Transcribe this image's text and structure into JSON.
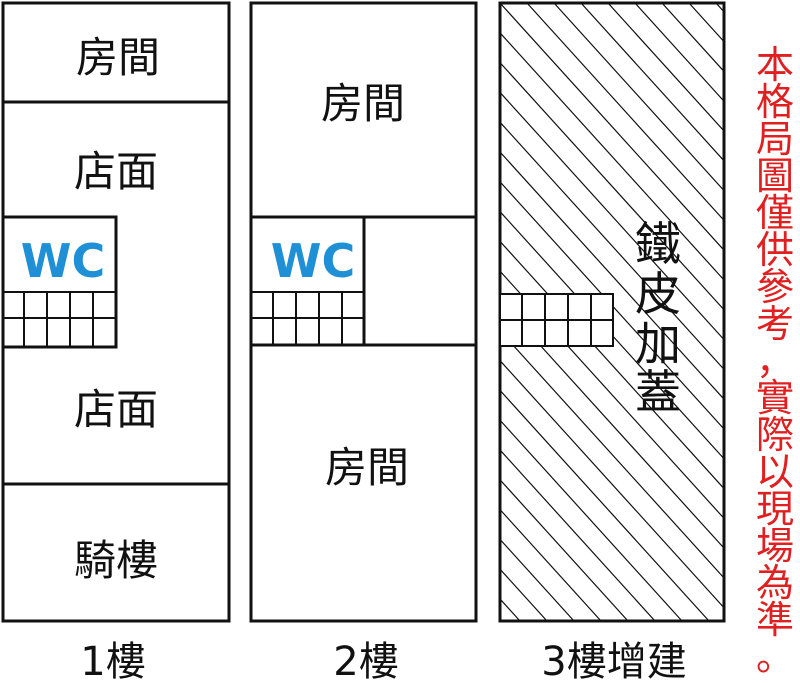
{
  "floors": [
    {
      "label": "1樓",
      "rooms": [
        "房間",
        "店面",
        "WC",
        "店面",
        "騎樓"
      ]
    },
    {
      "label": "2樓",
      "rooms": [
        "房間",
        "WC",
        "房間"
      ]
    },
    {
      "label": "3樓增建",
      "rooms": [
        "鐵皮加蓋"
      ]
    }
  ],
  "third_floor_chars": [
    "鐵",
    "皮",
    "加",
    "蓋"
  ],
  "disclaimer_chars": [
    "本",
    "格",
    "局",
    "圖",
    "僅",
    "供",
    "參",
    "考",
    "，",
    "實",
    "際",
    "以",
    "現",
    "場",
    "為",
    "準",
    "。"
  ],
  "colors": {
    "wc": "#1f8fd6",
    "note": "#e02020",
    "line": "#111111"
  }
}
